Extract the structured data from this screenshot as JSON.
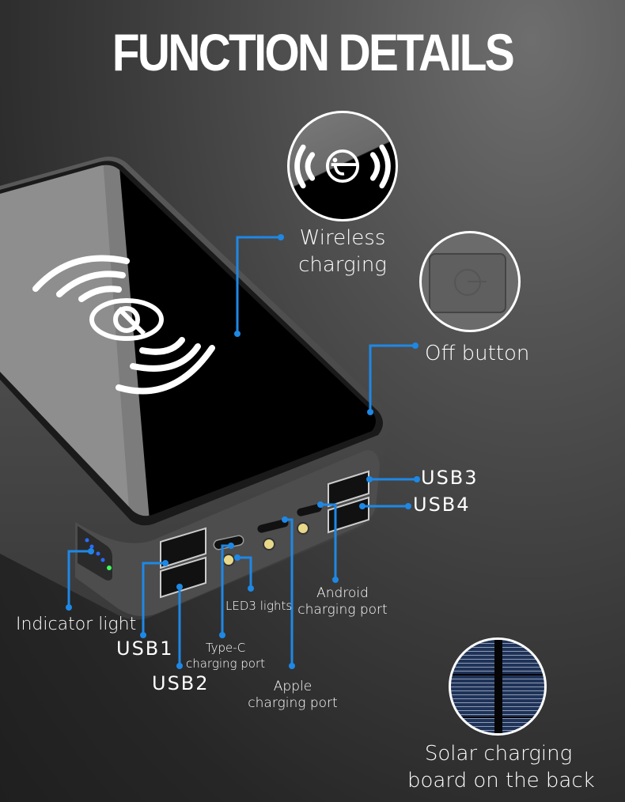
{
  "title": "FUNCTION DETAILS",
  "colors": {
    "leader_line": "#1e88e5",
    "text": "#ffffff",
    "background_dark": "#1f1f1f",
    "background_light": "#6e6e6e",
    "solar_blue": "#1f3358"
  },
  "callouts": {
    "wireless": {
      "line1": "Wireless",
      "line2": "charging",
      "icon": "wireless-charging-icon"
    },
    "off_button": {
      "label": "Off button",
      "icon": "power-button-icon"
    },
    "usb3": "USB3",
    "usb4": "USB4",
    "indicator": "Indicator light",
    "usb1": "USB1",
    "usb2": "USB2",
    "led": "LED3 lights",
    "typec": {
      "line1": "Type-C",
      "line2": "charging port"
    },
    "android": {
      "line1": "Android",
      "line2": "charging port"
    },
    "apple": {
      "line1": "Apple",
      "line2": "charging port"
    },
    "solar": {
      "line1": "Solar charging",
      "line2": "board on the back",
      "icon": "solar-panel-icon"
    }
  }
}
